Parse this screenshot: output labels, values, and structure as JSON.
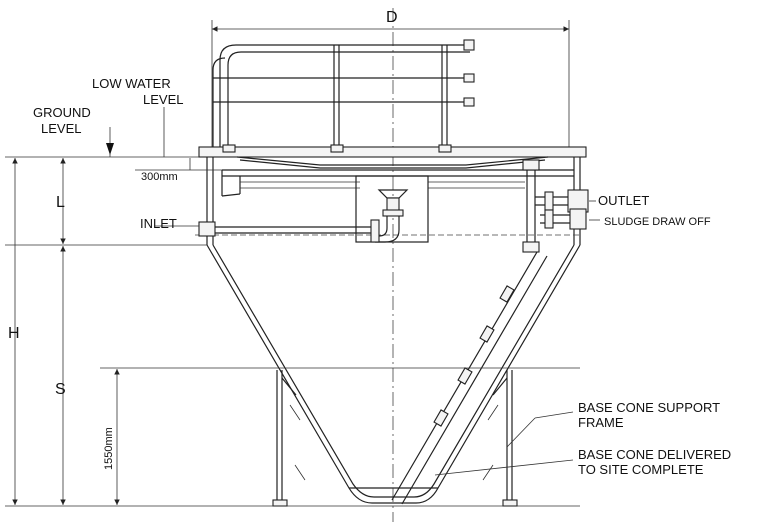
{
  "labels": {
    "dim_d": "D",
    "low_water_level_1": "LOW WATER",
    "low_water_level_2": "LEVEL",
    "ground_level_1": "GROUND",
    "ground_level_2": "LEVEL",
    "dim_300": "300mm",
    "dim_l": "L",
    "inlet": "INLET",
    "outlet": "OUTLET",
    "sludge_draw_off": "SLUDGE DRAW OFF",
    "dim_h": "H",
    "dim_s": "S",
    "dim_1550": "1550mm",
    "base_support_1": "BASE CONE SUPPORT",
    "base_support_2": "FRAME",
    "base_delivered_1": "BASE CONE DELIVERED",
    "base_delivered_2": "TO SITE COMPLETE"
  }
}
